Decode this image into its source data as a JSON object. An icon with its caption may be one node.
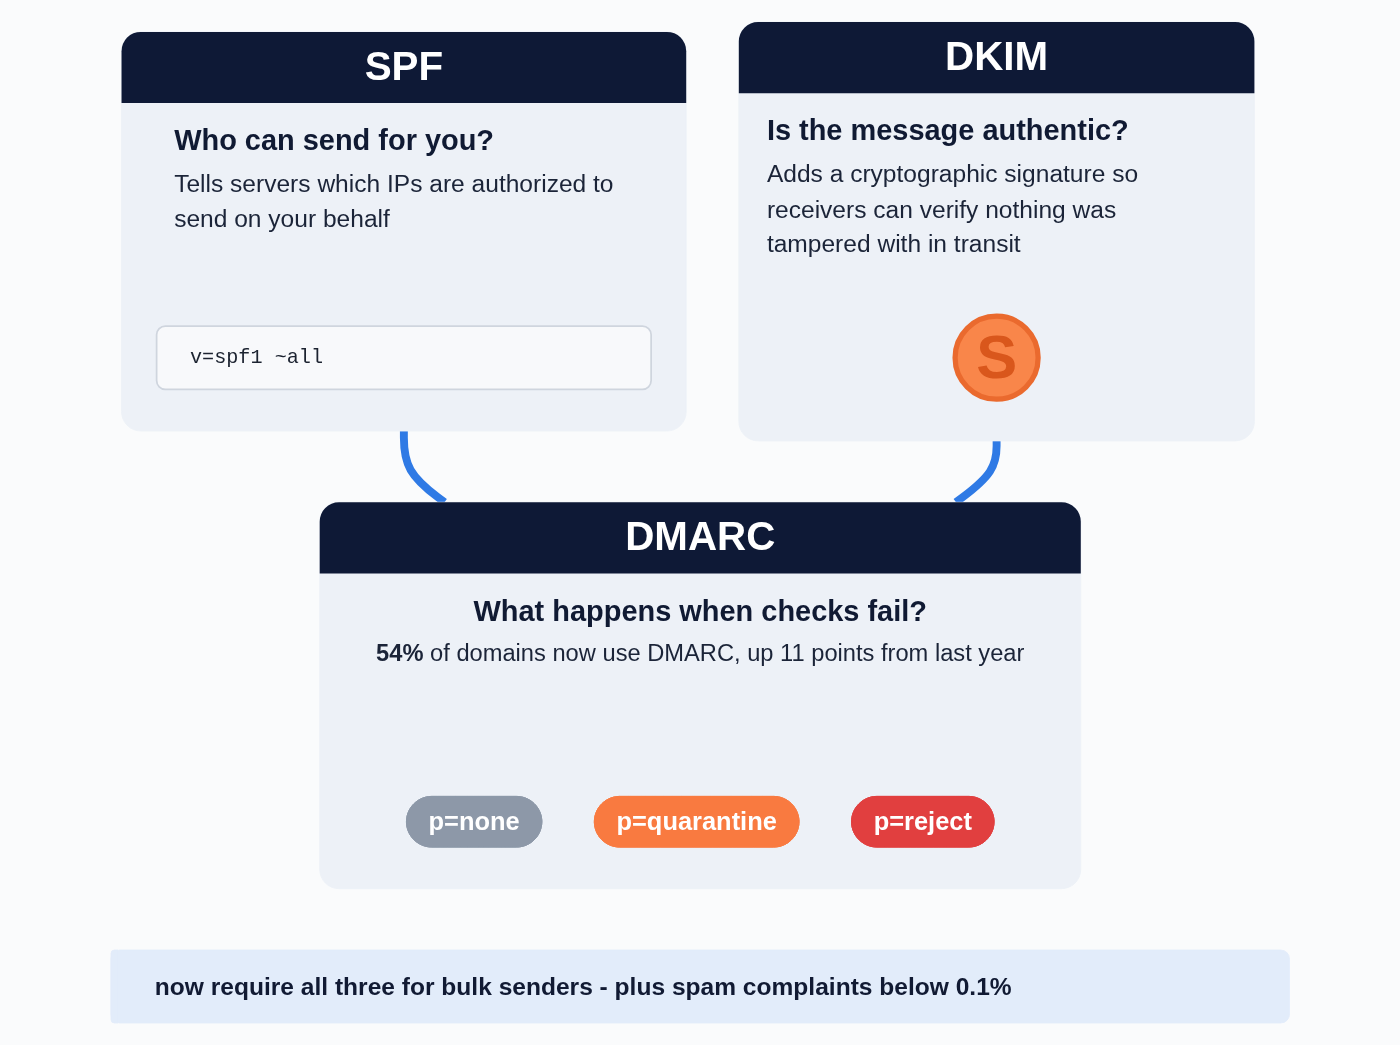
{
  "diagram": {
    "nodes": [
      {
        "text": [
          "SPF",
          "Who can send for you?",
          "Tells servers which IPs are authorized to send on your behalf"
        ]
      },
      {
        "text": [
          "v=spf1 ~all"
        ],
        "in": 0
      },
      {
        "text": [
          "DKIM",
          "Is the message authentic?",
          "Adds a cryptographic signature so receivers can verify nothing was tampered with in transit"
        ]
      },
      {
        "text": [
          "S"
        ],
        "in": 2
      },
      {
        "text": [
          "DMARC",
          "What happens when checks fail?",
          "**54%** of domains now use DMARC, up 11 points from last year"
        ]
      },
      {
        "text": [
          "p=none"
        ],
        "in": 4
      },
      {
        "text": [
          "p=quarantine"
        ],
        "in": 4
      },
      {
        "text": [
          "p=reject"
        ],
        "in": 4
      },
      {
        "text": [
          "now require all three for bulk senders - plus spam complaints below 0.1%"
        ]
      }
    ],
    "edges": [
      {
        "from": 0,
        "to": 4,
        "arrow": "none"
      },
      {
        "from": 2,
        "to": 4,
        "arrow": "none"
      }
    ]
  }
}
